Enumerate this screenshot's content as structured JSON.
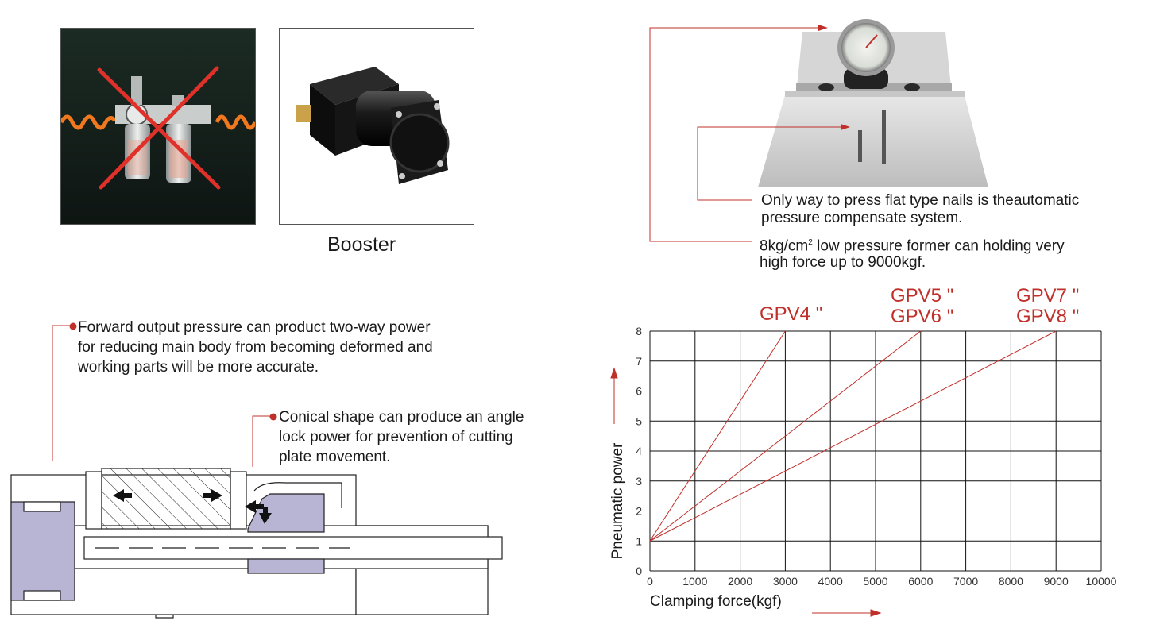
{
  "photos": {
    "filter_unit": {
      "icon": "air-filter-regulator-crossed-out"
    },
    "booster": {
      "icon": "booster-cylinder",
      "caption": "Booster"
    },
    "vise_gauge": {
      "icon": "vise-with-pressure-gauge"
    }
  },
  "notes": {
    "flat_nails_line1": "Only way to press flat  type nails is theautomatic",
    "flat_nails_line2": "pressure compensate system.",
    "low_pressure_pre": "8kg/cm",
    "low_pressure_sup": "2",
    "low_pressure_post": " low pressure former can holding very",
    "low_pressure_line2": "high force up to 9000kgf.",
    "forward_line1": "Forward output pressure can product two-way power",
    "forward_line2": "for reducing main body from becoming deformed and",
    "forward_line3": "working parts will be more accurate.",
    "conical_line1": "Conical shape can produce an angle",
    "conical_line2": "lock power for prevention of cutting",
    "conical_line3": "plate movement."
  },
  "colors": {
    "accent_red": "#c0302a",
    "part_purple": "#b8b4d4",
    "grid": "#000000"
  },
  "chart_data": {
    "type": "line",
    "xlabel": "Clamping force(kgf)",
    "ylabel": "Pneumatic power",
    "xlim": [
      0,
      10000
    ],
    "ylim": [
      0,
      8
    ],
    "x_ticks": [
      "0",
      "1000",
      "2000",
      "3000",
      "4000",
      "5000",
      "6000",
      "7000",
      "8000",
      "9000",
      "10000"
    ],
    "y_ticks": [
      "0",
      "1",
      "2",
      "3",
      "4",
      "5",
      "6",
      "7",
      "8"
    ],
    "grid": true,
    "series": [
      {
        "name": "GPV4 \"",
        "x": [
          0,
          3000
        ],
        "y": [
          1,
          8
        ]
      },
      {
        "name": "GPV5 \" GPV6 \"",
        "x": [
          0,
          6000
        ],
        "y": [
          1,
          8
        ]
      },
      {
        "name": "GPV7 \" GPV8 \"",
        "x": [
          0,
          9000
        ],
        "y": [
          1,
          8
        ]
      }
    ],
    "annotations": [
      {
        "text": "GPV4 \""
      },
      {
        "text": "GPV5 \""
      },
      {
        "text": "GPV6 \""
      },
      {
        "text": "GPV7 \""
      },
      {
        "text": "GPV8 \""
      }
    ]
  }
}
